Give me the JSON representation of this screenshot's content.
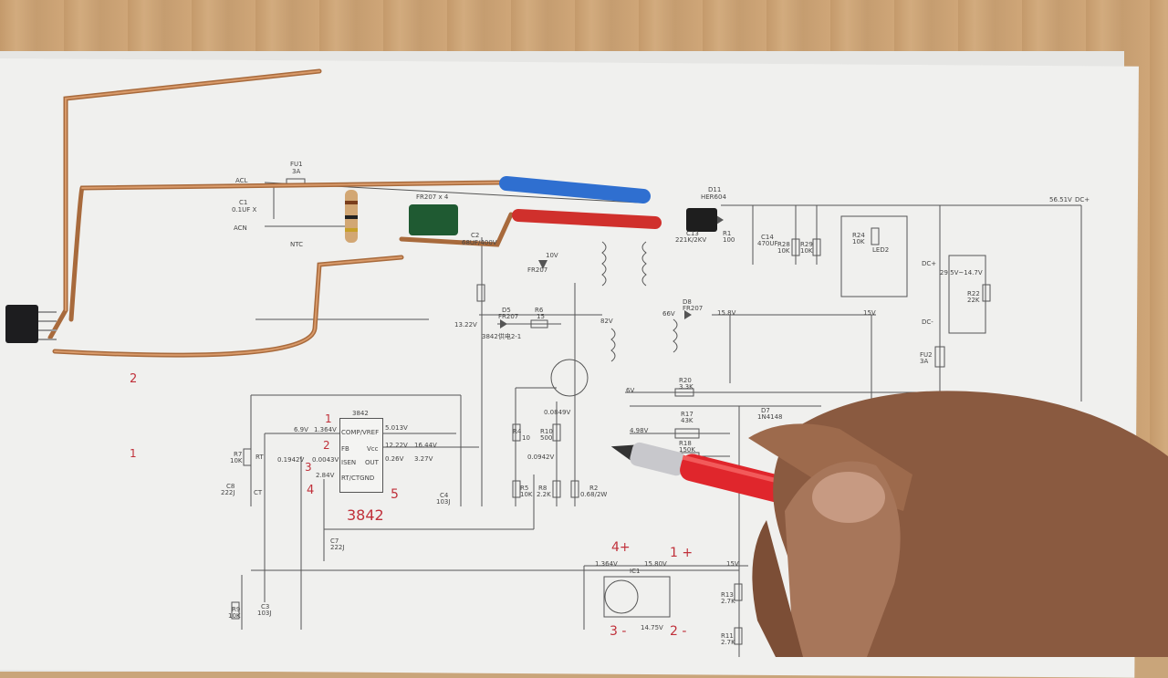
{
  "schematic": {
    "labels": {
      "acl": "ACL",
      "acn": "ACN",
      "fu1": "FU1",
      "fu1_rating": "3A",
      "c1": "C1",
      "c1_value": "0.1UF X",
      "ntc": "NTC",
      "fr207x4": "FR207 x 4",
      "d11": "D11",
      "her604": "HER604",
      "c13": "C13",
      "c13_value": "221K/2KV",
      "r1": "R1",
      "r1_value": "100",
      "out_voltage": "56.51V",
      "dc_plus_top": "DC+",
      "c2": "C2",
      "c2_value": "68UF/400V",
      "fr207_d4": "FR207",
      "v10": "10V",
      "d5": "D5",
      "d5_part": "FR207",
      "r6": "R6",
      "r6_value": "15",
      "v1322": "13.22V",
      "part_3842_d": "3842供电2-1",
      "v82": "82V",
      "d8": "D8",
      "d8_part": "FR207",
      "v66": "66V",
      "v158": "15.8V",
      "v15a": "15V",
      "r20": "R20",
      "r20_value": "3.3K",
      "v6": "6V",
      "v498": "4.98V",
      "r17": "R17",
      "r17_value": "43K",
      "r18": "R18",
      "r18_value": "150K",
      "d7": "D7",
      "d7_part": "1N4148",
      "chip_name": "3842",
      "pin_comp": "COMP/VREF",
      "pin_fb": "FB",
      "pin_vcc": "Vcc",
      "pin_isen": "ISEN",
      "pin_out": "OUT",
      "pin_rtct": "RT/CTGND",
      "v69": "6.9V",
      "v1364": "1.364V",
      "v5013": "5.013V",
      "v1222": "12.22V",
      "v1644": "16.44V",
      "v026": "0.26V",
      "v327": "3.27V",
      "v01942": "0.1942V",
      "v00043": "0.0043V",
      "v284": "2.84V",
      "v00849": "0.0849V",
      "v00942": "0.0942V",
      "r7": "R7",
      "r7_value": "10K",
      "rt": "RT",
      "c8": "C8",
      "c8_value": "222J",
      "ct": "CT",
      "r4": "R4",
      "r4_value": "10",
      "r10": "R10",
      "r10_value": "500",
      "r5": "R5",
      "r5_value": "10K",
      "r8": "R8",
      "r8_value": "2.2K",
      "r2": "R2",
      "r2_value": "0.68/2W",
      "c4": "C4",
      "c4_value": "103J",
      "c7": "C7",
      "c7_value": "222J",
      "r9": "R9",
      "r9_value": "10K",
      "c3": "C3",
      "c3_value": "103J",
      "ic1": "IC1",
      "v1364b": "1.364V",
      "v1580": "15.80V",
      "v1475": "14.75V",
      "v15b": "15V",
      "r13": "R13",
      "r13_value": "2.7K",
      "r11": "R11",
      "r11_value": "2.7K",
      "dc_plus": "DC+",
      "dc_minus": "DC-",
      "range": "29.5V~14.7V",
      "r22": "R22",
      "r22_value": "22K",
      "fu2": "FU2",
      "fu2_value": "3A",
      "led2": "LED2",
      "r24": "R24",
      "r24_value": "10K",
      "c14": "C14",
      "c14_value": "470UF",
      "r28": "R28",
      "r28_value": "10K",
      "r29": "R29",
      "r29_value": "10K"
    },
    "handwritten": {
      "n1": "1",
      "n2": "2",
      "n3": "3",
      "n4": "4",
      "n5": "5",
      "chip": "3842",
      "m2": "2",
      "m1": "1",
      "pin4": "4+",
      "pin1": "1 +",
      "pin3": "3 -",
      "pin2": "2 -"
    }
  }
}
